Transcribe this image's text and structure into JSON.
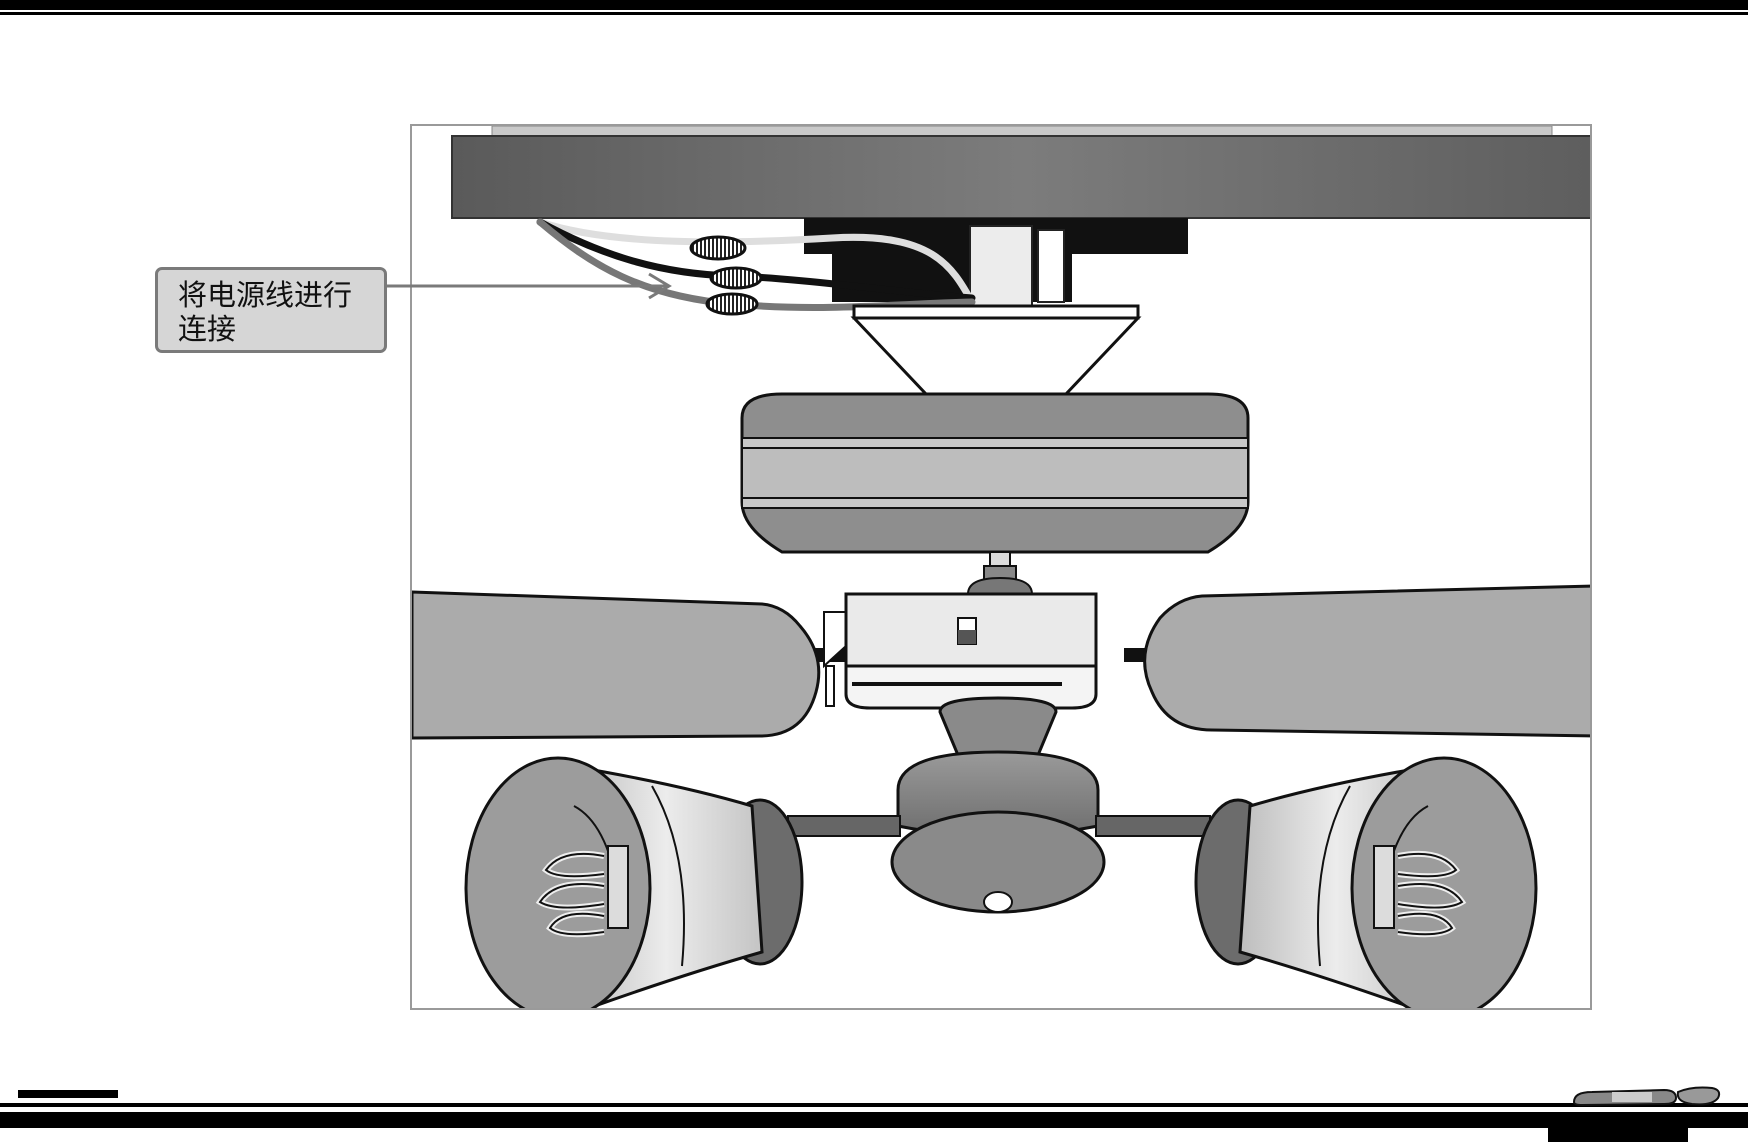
{
  "callout": {
    "text": "将电源线进行连接"
  },
  "icons": {
    "ceiling_fan": "ceiling-fan-illustration",
    "wire_connectors": "wire-nut-icon",
    "arrow": "arrow-right-icon",
    "footer_logo": "brand-logo-mark"
  },
  "colors": {
    "ceiling": "#6e6e6e",
    "fan_body": "#8a8a8a",
    "blades": "#a9a9a9",
    "light_glass": "#e2e2e2",
    "callout_fill": "#d6d6d6",
    "callout_border": "#7a7a7a"
  }
}
